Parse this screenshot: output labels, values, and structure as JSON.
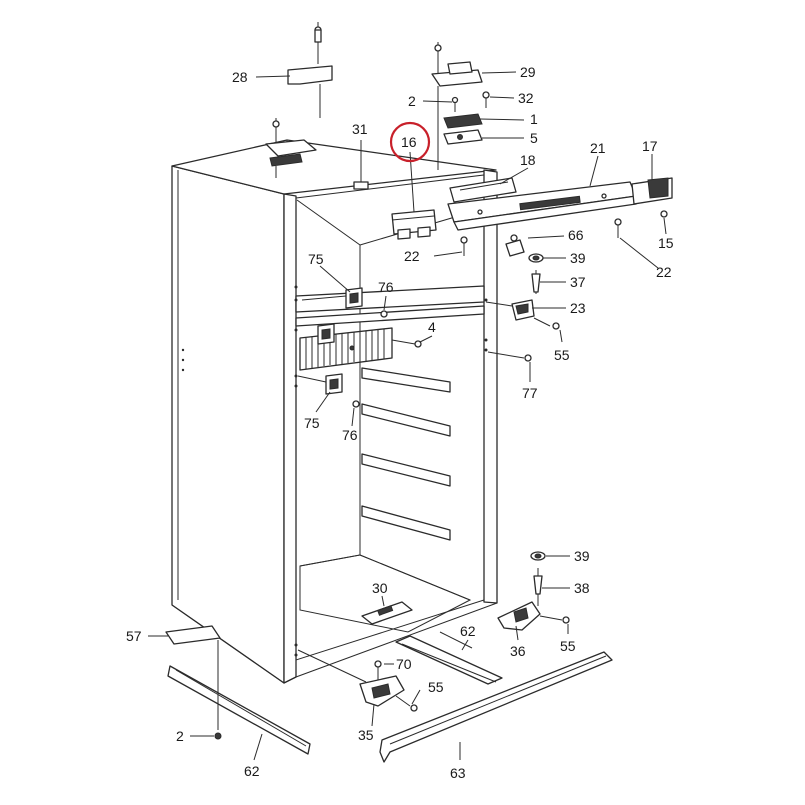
{
  "diagram": {
    "highlight_color": "#c8202a",
    "highlighted_part": "16",
    "callouts": {
      "c28": "28",
      "c29": "29",
      "c2a": "2",
      "c32": "32",
      "c1": "1",
      "c5": "5",
      "c31": "31",
      "c16": "16",
      "c18": "18",
      "c21": "21",
      "c17": "17",
      "c15": "15",
      "c22a": "22",
      "c66": "66",
      "c22b": "22",
      "c39a": "39",
      "c37": "37",
      "c75a": "75",
      "c76a": "76",
      "c23": "23",
      "c4": "4",
      "c55a": "55",
      "c77": "77",
      "c75b": "75",
      "c76b": "76",
      "c39b": "39",
      "c38": "38",
      "c30": "30",
      "c62a": "62",
      "c57": "57",
      "c36": "36",
      "c55b": "55",
      "c70": "70",
      "c55c": "55",
      "c2b": "2",
      "c35": "35",
      "c62b": "62",
      "c63": "63"
    }
  }
}
